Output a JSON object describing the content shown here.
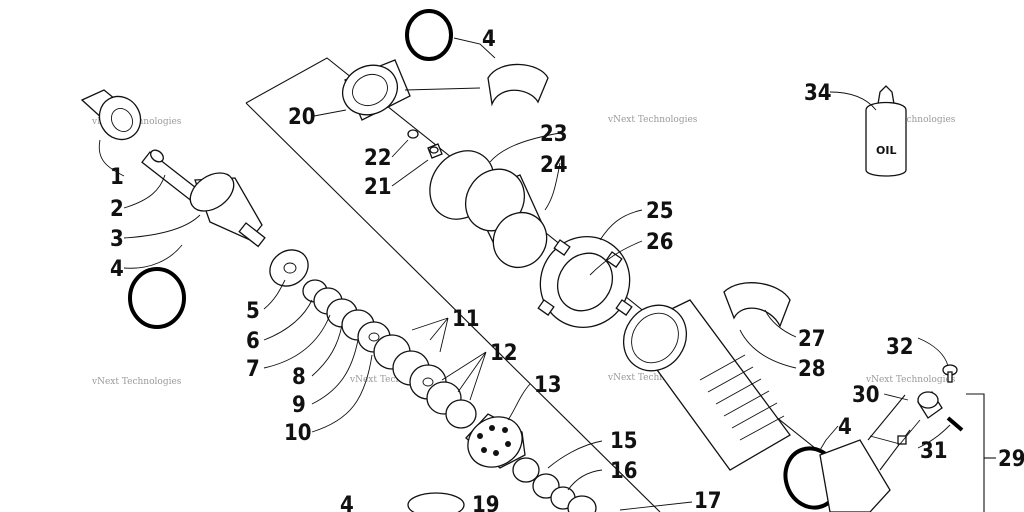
{
  "callouts": [
    {
      "id": "c1",
      "label": "1"
    },
    {
      "id": "c2",
      "label": "2"
    },
    {
      "id": "c3",
      "label": "3"
    },
    {
      "id": "c4a",
      "label": "4"
    },
    {
      "id": "c4b",
      "label": "4"
    },
    {
      "id": "c4c",
      "label": "4"
    },
    {
      "id": "c4d",
      "label": "4"
    },
    {
      "id": "c5",
      "label": "5"
    },
    {
      "id": "c6",
      "label": "6"
    },
    {
      "id": "c7",
      "label": "7"
    },
    {
      "id": "c8",
      "label": "8"
    },
    {
      "id": "c9",
      "label": "9"
    },
    {
      "id": "c10",
      "label": "10"
    },
    {
      "id": "c11",
      "label": "11"
    },
    {
      "id": "c12",
      "label": "12"
    },
    {
      "id": "c13",
      "label": "13"
    },
    {
      "id": "c15",
      "label": "15"
    },
    {
      "id": "c16",
      "label": "16"
    },
    {
      "id": "c17",
      "label": "17"
    },
    {
      "id": "c19",
      "label": "19"
    },
    {
      "id": "c20",
      "label": "20"
    },
    {
      "id": "c21",
      "label": "21"
    },
    {
      "id": "c22",
      "label": "22"
    },
    {
      "id": "c23",
      "label": "23"
    },
    {
      "id": "c24",
      "label": "24"
    },
    {
      "id": "c25",
      "label": "25"
    },
    {
      "id": "c26",
      "label": "26"
    },
    {
      "id": "c27",
      "label": "27"
    },
    {
      "id": "c28",
      "label": "28"
    },
    {
      "id": "c29",
      "label": "29"
    },
    {
      "id": "c30",
      "label": "30"
    },
    {
      "id": "c31",
      "label": "31"
    },
    {
      "id": "c32",
      "label": "32"
    },
    {
      "id": "c34",
      "label": "34"
    }
  ],
  "oil_bottle_label": "OIL",
  "watermark_text": "vNext Technologies"
}
